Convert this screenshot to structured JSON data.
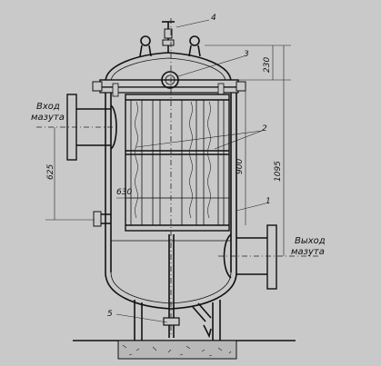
{
  "callouts": {
    "c1": "1",
    "c2": "2",
    "c3": "3",
    "c4": "4",
    "c5": "5"
  },
  "inlet": {
    "line1": "Вход",
    "line2": "мазута"
  },
  "outlet": {
    "line1": "Выход",
    "line2": "мазута"
  },
  "dimensions": {
    "d230": "230",
    "d1095": "1095",
    "d900": "900",
    "d625": "625",
    "d630": "630"
  }
}
